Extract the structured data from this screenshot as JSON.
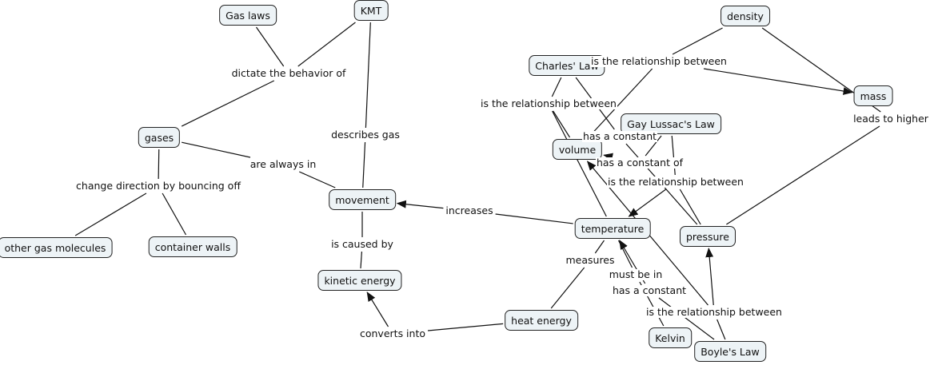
{
  "title": "Gas laws concept map",
  "colors": {
    "node_fill": "#edf3f6",
    "node_border": "#222222",
    "line": "#111111"
  },
  "nodes": [
    {
      "id": "gas_laws",
      "label": "Gas laws"
    },
    {
      "id": "kmt",
      "label": "KMT"
    },
    {
      "id": "gases",
      "label": "gases"
    },
    {
      "id": "other_gas",
      "label": "other gas molecules"
    },
    {
      "id": "walls",
      "label": "container walls"
    },
    {
      "id": "movement",
      "label": "movement"
    },
    {
      "id": "kinetic",
      "label": "kinetic energy"
    },
    {
      "id": "heat",
      "label": "heat energy"
    },
    {
      "id": "temperature",
      "label": "temperature"
    },
    {
      "id": "kelvin",
      "label": "Kelvin"
    },
    {
      "id": "volume",
      "label": "volume"
    },
    {
      "id": "charles",
      "label": "Charles' Law"
    },
    {
      "id": "density",
      "label": "density"
    },
    {
      "id": "mass",
      "label": "mass"
    },
    {
      "id": "gay_lussac",
      "label": "Gay Lussac's Law"
    },
    {
      "id": "pressure",
      "label": "pressure"
    },
    {
      "id": "boyle",
      "label": "Boyle's Law"
    }
  ],
  "phrases": [
    {
      "id": "p_dictate",
      "label": "dictate the behavior of"
    },
    {
      "id": "p_describes",
      "label": "describes gas"
    },
    {
      "id": "p_always",
      "label": "are always in"
    },
    {
      "id": "p_change",
      "label": "change direction by bouncing off"
    },
    {
      "id": "p_caused",
      "label": "is caused by"
    },
    {
      "id": "p_converts",
      "label": "converts into"
    },
    {
      "id": "p_increases",
      "label": "increases"
    },
    {
      "id": "p_measures",
      "label": "measures"
    },
    {
      "id": "p_mustbe",
      "label": "must be in"
    },
    {
      "id": "p_charles_rel",
      "label": "is the relationship between"
    },
    {
      "id": "p_density_rel",
      "label": "is the relationship between"
    },
    {
      "id": "p_leads",
      "label": "leads to higher"
    },
    {
      "id": "p_has_const_pv",
      "label": "has a constant"
    },
    {
      "id": "p_has_const_of",
      "label": "has a constant of"
    },
    {
      "id": "p_gl_rel",
      "label": "is the relationship between"
    },
    {
      "id": "p_has_const_bt",
      "label": "has a constant"
    },
    {
      "id": "p_boyle_rel",
      "label": "is the relationship between"
    }
  ],
  "connections": [
    {
      "from": "gas_laws",
      "to": "p_dictate",
      "arrow": false
    },
    {
      "from": "kmt",
      "to": "p_dictate",
      "arrow": false
    },
    {
      "from": "p_dictate",
      "to": "gases",
      "arrow": false
    },
    {
      "from": "kmt",
      "to": "p_describes",
      "arrow": false
    },
    {
      "from": "p_describes",
      "to": "movement",
      "arrow": false
    },
    {
      "from": "gases",
      "to": "p_always",
      "arrow": false
    },
    {
      "from": "p_always",
      "to": "movement",
      "arrow": false
    },
    {
      "from": "gases",
      "to": "p_change",
      "arrow": false
    },
    {
      "from": "p_change",
      "to": "other_gas",
      "arrow": false
    },
    {
      "from": "p_change",
      "to": "walls",
      "arrow": false
    },
    {
      "from": "movement",
      "to": "p_caused",
      "arrow": false
    },
    {
      "from": "p_caused",
      "to": "kinetic",
      "arrow": false
    },
    {
      "from": "heat",
      "to": "p_converts",
      "arrow": false
    },
    {
      "from": "p_converts",
      "to": "kinetic",
      "arrow": true
    },
    {
      "from": "temperature",
      "to": "p_increases",
      "arrow": false
    },
    {
      "from": "p_increases",
      "to": "movement",
      "arrow": true
    },
    {
      "from": "temperature",
      "to": "p_measures",
      "arrow": false
    },
    {
      "from": "p_measures",
      "to": "heat",
      "arrow": false
    },
    {
      "from": "temperature",
      "to": "p_mustbe",
      "arrow": false
    },
    {
      "from": "p_mustbe",
      "to": "kelvin",
      "arrow": false
    },
    {
      "from": "charles",
      "to": "p_charles_rel",
      "arrow": false
    },
    {
      "from": "p_charles_rel",
      "to": "volume",
      "arrow": false
    },
    {
      "from": "p_charles_rel",
      "to": "temperature",
      "arrow": false
    },
    {
      "from": "density",
      "to": "p_density_rel",
      "arrow": false
    },
    {
      "from": "p_density_rel",
      "to": "volume",
      "arrow": false
    },
    {
      "from": "p_density_rel",
      "to": "mass",
      "arrow": true
    },
    {
      "from": "density",
      "to": "p_leads",
      "arrow": false
    },
    {
      "from": "p_leads",
      "to": "pressure",
      "arrow": false
    },
    {
      "from": "charles",
      "to": "p_has_const_pv",
      "arrow": false
    },
    {
      "from": "p_has_const_pv",
      "to": "pressure",
      "arrow": false
    },
    {
      "from": "gay_lussac",
      "to": "p_has_const_of",
      "arrow": false
    },
    {
      "from": "p_has_const_of",
      "to": "volume",
      "arrow": true
    },
    {
      "from": "gay_lussac",
      "to": "p_gl_rel",
      "arrow": false
    },
    {
      "from": "p_gl_rel",
      "to": "pressure",
      "arrow": false
    },
    {
      "from": "p_gl_rel",
      "to": "temperature",
      "arrow": true
    },
    {
      "from": "boyle",
      "to": "p_has_const_bt",
      "arrow": false
    },
    {
      "from": "p_has_const_bt",
      "to": "temperature",
      "arrow": true
    },
    {
      "from": "boyle",
      "to": "p_boyle_rel",
      "arrow": false
    },
    {
      "from": "p_boyle_rel",
      "to": "pressure",
      "arrow": true
    },
    {
      "from": "p_boyle_rel",
      "to": "volume",
      "arrow": true
    }
  ]
}
